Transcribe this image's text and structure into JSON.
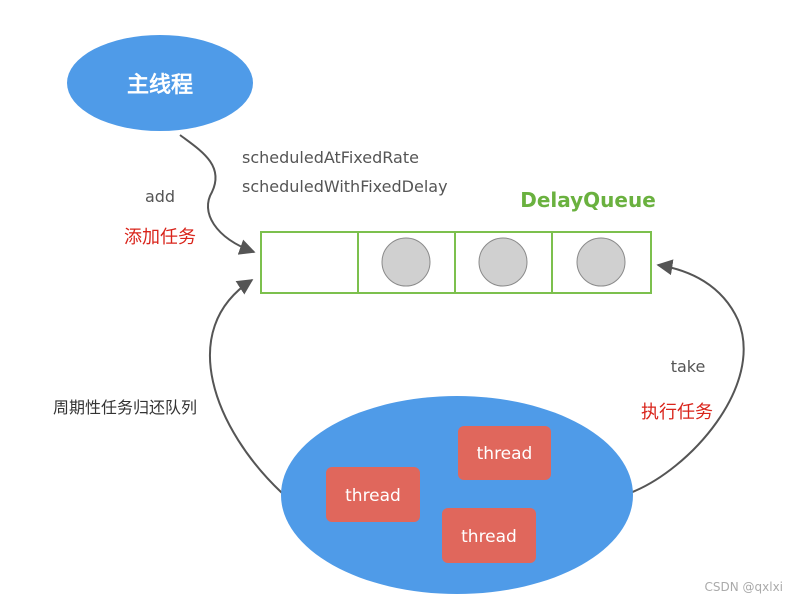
{
  "main_thread": {
    "label": "主线程"
  },
  "methods": {
    "rate": "scheduledAtFixedRate",
    "delay": "scheduledWithFixedDelay"
  },
  "add": {
    "label": "add",
    "desc": "添加任务"
  },
  "queue": {
    "title": "DelayQueue"
  },
  "return_label": "周期性任务归还队列",
  "take": {
    "label": "take",
    "desc": "执行任务"
  },
  "pool": {
    "threads": [
      "thread",
      "thread",
      "thread"
    ]
  },
  "watermark": "CSDN @qxlxi",
  "colors": {
    "ellipse": "#4f9be8",
    "queue_border": "#7cc04d",
    "queue_title": "#6ab13f",
    "task_circle": "#d0d0d0",
    "thread_box": "#e0675c",
    "red_text": "#d9241b",
    "gray_text": "#555555",
    "arrow": "#555555"
  }
}
